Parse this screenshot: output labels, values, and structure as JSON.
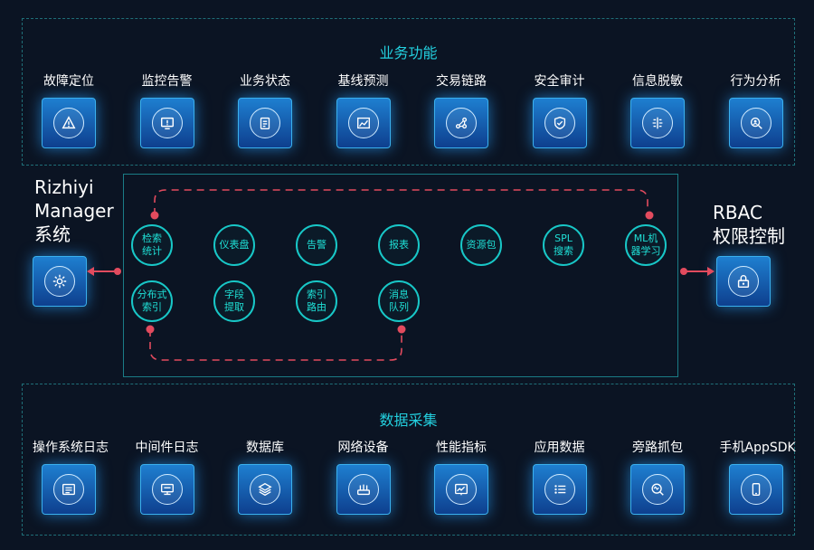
{
  "business": {
    "title": "业务功能",
    "items": [
      {
        "label": "故障定位",
        "icon": "warning-icon"
      },
      {
        "label": "监控告警",
        "icon": "monitor-alert-icon"
      },
      {
        "label": "业务状态",
        "icon": "clipboard-icon"
      },
      {
        "label": "基线预测",
        "icon": "chart-icon"
      },
      {
        "label": "交易链路",
        "icon": "nodes-link-icon"
      },
      {
        "label": "安全审计",
        "icon": "shield-check-icon"
      },
      {
        "label": "信息脱敏",
        "icon": "mask-icon"
      },
      {
        "label": "行为分析",
        "icon": "user-search-icon"
      }
    ]
  },
  "core": {
    "row1": [
      {
        "line1": "检索",
        "line2": "统计"
      },
      {
        "line1": "仪表盘",
        "line2": ""
      },
      {
        "line1": "告警",
        "line2": ""
      },
      {
        "line1": "报表",
        "line2": ""
      },
      {
        "line1": "资源包",
        "line2": ""
      },
      {
        "line1": "SPL",
        "line2": "搜索"
      },
      {
        "line1": "ML机",
        "line2": "器学习"
      }
    ],
    "row2": [
      {
        "line1": "分布式",
        "line2": "索引"
      },
      {
        "line1": "字段",
        "line2": "提取"
      },
      {
        "line1": "索引",
        "line2": "路由"
      },
      {
        "line1": "消息",
        "line2": "队列"
      }
    ]
  },
  "left": {
    "line1": "Rizhiyi",
    "line2": "Manager",
    "line3": "系统",
    "icon": "gear-icon"
  },
  "right": {
    "line1": "RBAC",
    "line2": "权限控制",
    "icon": "lock-icon"
  },
  "collect": {
    "title": "数据采集",
    "items": [
      {
        "label": "操作系统日志",
        "icon": "list-icon"
      },
      {
        "label": "中间件日志",
        "icon": "server-icon"
      },
      {
        "label": "数据库",
        "icon": "layers-icon"
      },
      {
        "label": "网络设备",
        "icon": "router-icon"
      },
      {
        "label": "性能指标",
        "icon": "trend-icon"
      },
      {
        "label": "应用数据",
        "icon": "app-list-icon"
      },
      {
        "label": "旁路抓包",
        "icon": "packet-search-icon"
      },
      {
        "label": "手机AppSDK",
        "icon": "phone-icon"
      }
    ]
  },
  "colors": {
    "accent": "#23d0df",
    "connector": "#e24b5e",
    "node": "#18c7c7"
  }
}
